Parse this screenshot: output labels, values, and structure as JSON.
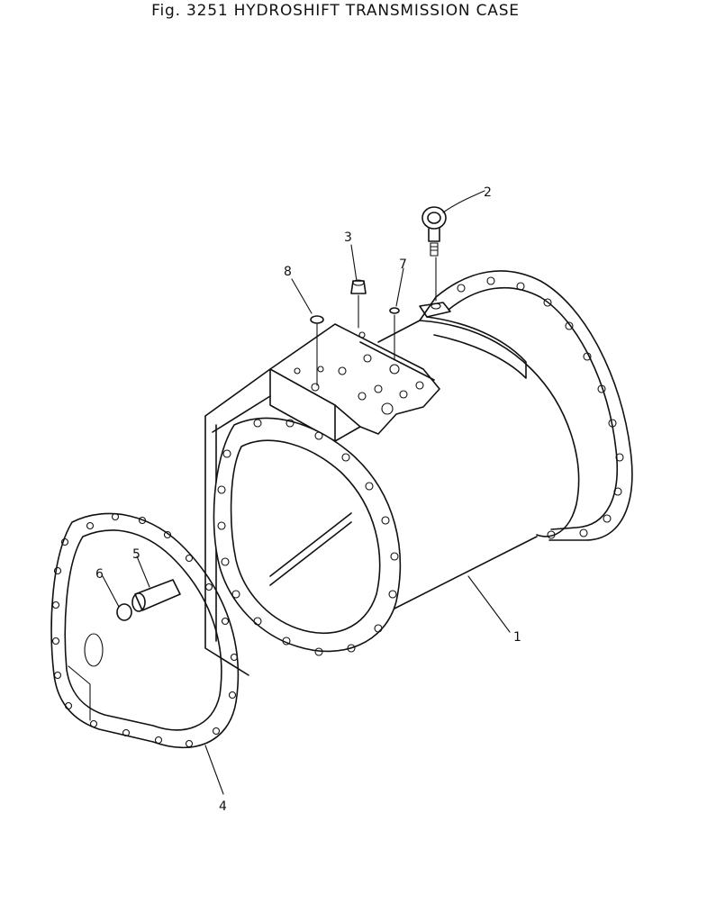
{
  "figure": {
    "title": "Fig. 3251 HYDROSHIFT TRANSMISSION CASE"
  },
  "callouts": [
    {
      "id": "1",
      "label": "1"
    },
    {
      "id": "2",
      "label": "2"
    },
    {
      "id": "3",
      "label": "3"
    },
    {
      "id": "4",
      "label": "4"
    },
    {
      "id": "5",
      "label": "5"
    },
    {
      "id": "6",
      "label": "6"
    },
    {
      "id": "7",
      "label": "7"
    },
    {
      "id": "8",
      "label": "8"
    }
  ]
}
